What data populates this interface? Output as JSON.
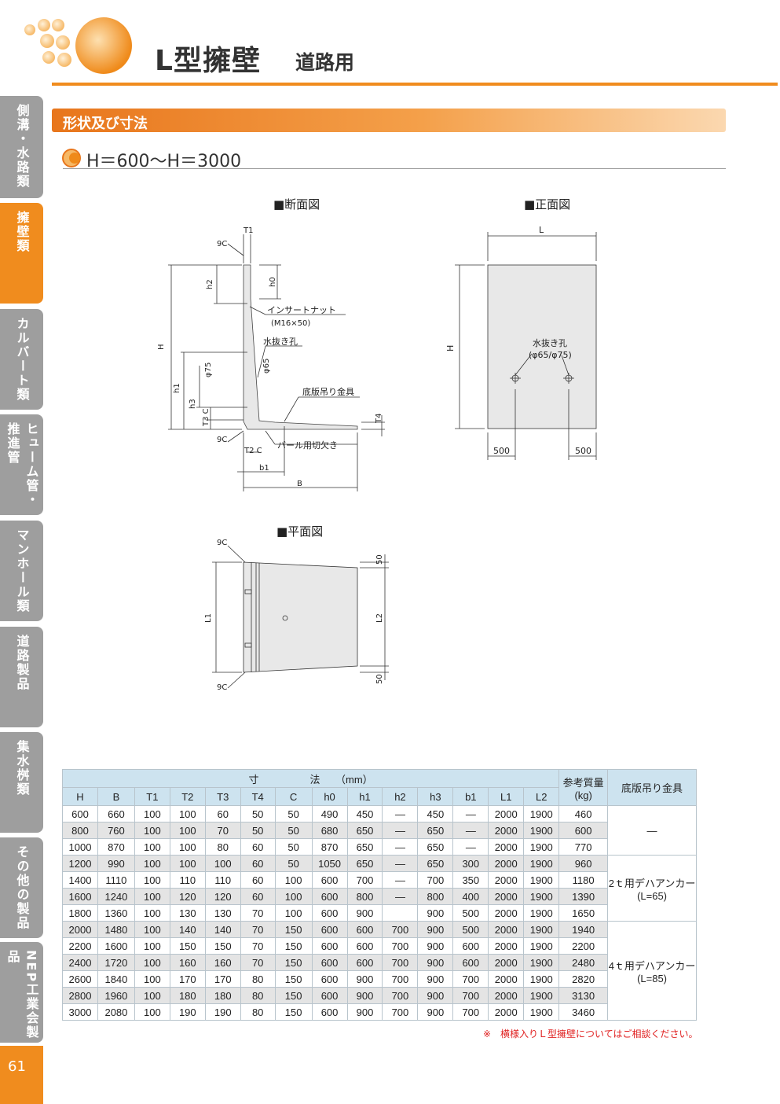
{
  "header": {
    "title": "L型擁壁",
    "subtitle": "道路用"
  },
  "side_tabs": [
    {
      "label": "側溝・水路類"
    },
    {
      "label": "擁壁類"
    },
    {
      "label": "カルバート類"
    },
    {
      "label": "ヒューム管・推進管"
    },
    {
      "label": "マンホール類"
    },
    {
      "label": "道路製品"
    },
    {
      "label": "集水桝類"
    },
    {
      "label": "その他の製品"
    },
    {
      "label": "NEP工業会製品"
    }
  ],
  "page_number": "61",
  "section": {
    "title": "形状及び寸法",
    "subtitle": "H＝600～H＝3000"
  },
  "diagrams": {
    "section_title": "■断面図",
    "front_title": "■正面図",
    "plan_title": "■平面図",
    "section_labels": {
      "T1": "T1",
      "9C_top": "9C",
      "h2": "h2",
      "h0": "h0",
      "H": "H",
      "insert_nut": "インサートナット",
      "insert_nut_size": "（M16×50）",
      "drain_hole": "水抜き孔",
      "phi75": "φ75",
      "phi65": "φ65",
      "h1": "h1",
      "h3": "h3",
      "base_fitting": "底版吊り金具",
      "T3C": "T3 C",
      "T4": "T4",
      "9C_bottom": "9C",
      "T2C": "T2 C",
      "bar_notch": "バール用切欠き",
      "b1": "b1",
      "B": "B"
    },
    "front_labels": {
      "L": "L",
      "H": "H",
      "drain_hole": "水抜き孔",
      "drain_size": "（φ65/φ75）",
      "left_500": "500",
      "right_500": "500"
    },
    "plan_labels": {
      "9C_top": "9C",
      "9C_bottom": "9C",
      "L1": "L1",
      "L2": "L2",
      "top_50": "50",
      "bottom_50": "50"
    }
  },
  "table": {
    "group_header": "寸　　　　　法　　（mm）",
    "weight_header": "参考質量",
    "weight_unit": "(kg)",
    "fitting_header": "底版吊り金具",
    "columns": [
      "H",
      "B",
      "T1",
      "T2",
      "T3",
      "T4",
      "C",
      "h0",
      "h1",
      "h2",
      "h3",
      "b1",
      "L1",
      "L2"
    ],
    "rows": [
      [
        "600",
        "660",
        "100",
        "100",
        "60",
        "50",
        "50",
        "490",
        "450",
        "—",
        "450",
        "—",
        "2000",
        "1900",
        "460"
      ],
      [
        "800",
        "760",
        "100",
        "100",
        "70",
        "50",
        "50",
        "680",
        "650",
        "—",
        "650",
        "—",
        "2000",
        "1900",
        "600"
      ],
      [
        "1000",
        "870",
        "100",
        "100",
        "80",
        "60",
        "50",
        "870",
        "650",
        "—",
        "650",
        "—",
        "2000",
        "1900",
        "770"
      ],
      [
        "1200",
        "990",
        "100",
        "100",
        "100",
        "60",
        "50",
        "1050",
        "650",
        "—",
        "650",
        "300",
        "2000",
        "1900",
        "960"
      ],
      [
        "1400",
        "1110",
        "100",
        "110",
        "110",
        "60",
        "100",
        "600",
        "700",
        "—",
        "700",
        "350",
        "2000",
        "1900",
        "1180"
      ],
      [
        "1600",
        "1240",
        "100",
        "120",
        "120",
        "60",
        "100",
        "600",
        "800",
        "—",
        "800",
        "400",
        "2000",
        "1900",
        "1390"
      ],
      [
        "1800",
        "1360",
        "100",
        "130",
        "130",
        "70",
        "100",
        "600",
        "900",
        "",
        "900",
        "500",
        "2000",
        "1900",
        "1650"
      ],
      [
        "2000",
        "1480",
        "100",
        "140",
        "140",
        "70",
        "150",
        "600",
        "600",
        "700",
        "900",
        "500",
        "2000",
        "1900",
        "1940"
      ],
      [
        "2200",
        "1600",
        "100",
        "150",
        "150",
        "70",
        "150",
        "600",
        "600",
        "700",
        "900",
        "600",
        "2000",
        "1900",
        "2200"
      ],
      [
        "2400",
        "1720",
        "100",
        "160",
        "160",
        "70",
        "150",
        "600",
        "600",
        "700",
        "900",
        "600",
        "2000",
        "1900",
        "2480"
      ],
      [
        "2600",
        "1840",
        "100",
        "170",
        "170",
        "80",
        "150",
        "600",
        "900",
        "700",
        "900",
        "700",
        "2000",
        "1900",
        "2820"
      ],
      [
        "2800",
        "1960",
        "100",
        "180",
        "180",
        "80",
        "150",
        "600",
        "900",
        "700",
        "900",
        "700",
        "2000",
        "1900",
        "3130"
      ],
      [
        "3000",
        "2080",
        "100",
        "190",
        "190",
        "80",
        "150",
        "600",
        "900",
        "700",
        "900",
        "700",
        "2000",
        "1900",
        "3460"
      ]
    ],
    "fitting_groups": [
      {
        "label": "—",
        "sub": ""
      },
      {
        "label": "2ｔ用デハアンカー",
        "sub": "(L=65)"
      },
      {
        "label": "4ｔ用デハアンカー",
        "sub": "(L=85)"
      }
    ]
  },
  "note": "※　横様入りＬ型擁壁についてはご相談ください。",
  "colors": {
    "accent": "#f08c1e",
    "tab_gray": "#9e9e9e",
    "table_header": "#cde3ef",
    "note": "#e02020"
  }
}
